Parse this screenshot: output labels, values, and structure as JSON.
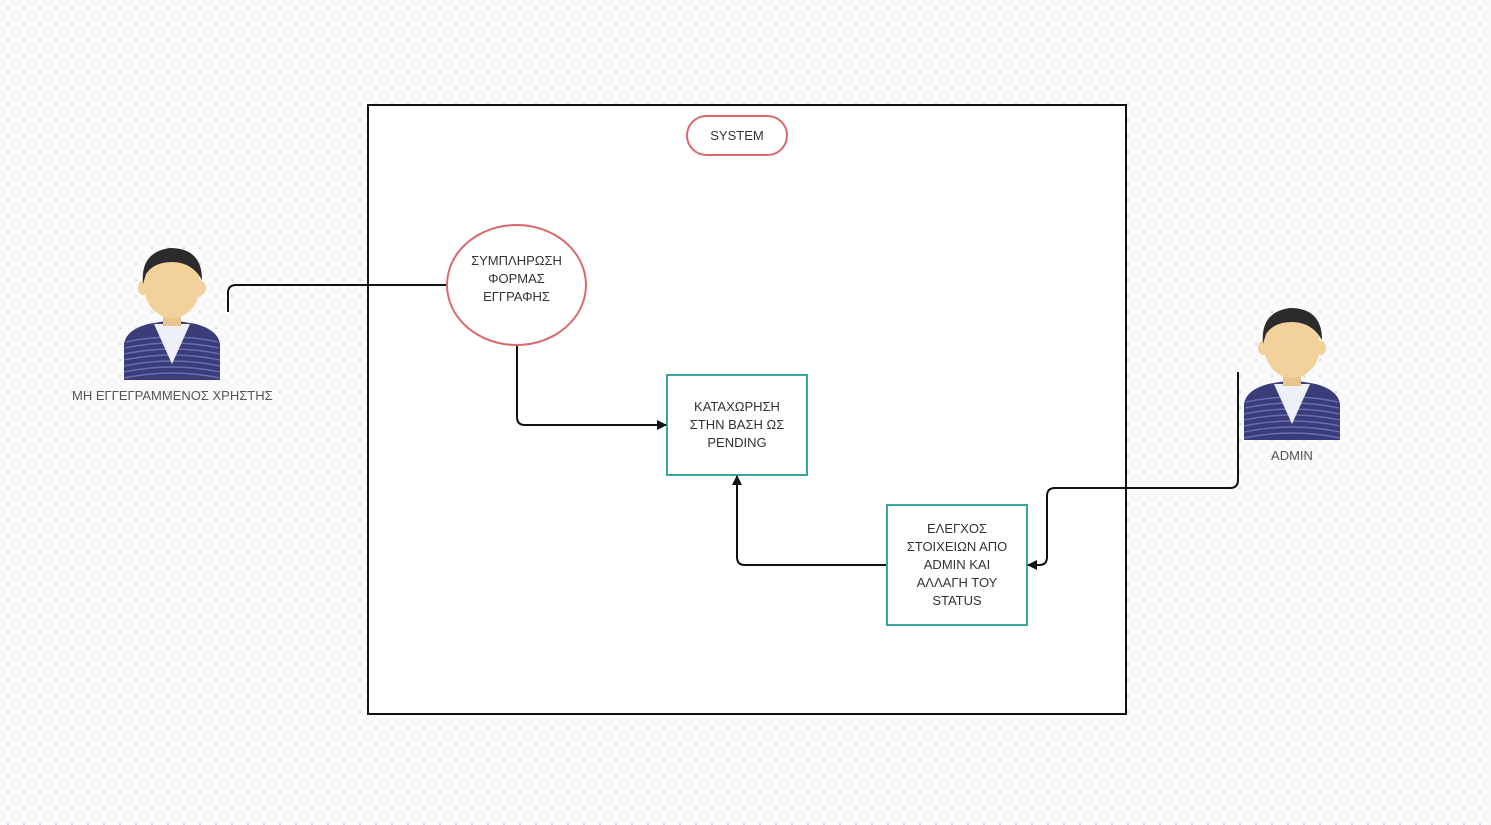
{
  "diagram": {
    "system": {
      "label": "SYSTEM"
    },
    "nodes": {
      "fill_form": {
        "label": "ΣΥΜΠΛΗΡΩΣΗ\nΦΟΡΜΑΣ\nΕΓΓΡΑΦΗΣ"
      },
      "register_db": {
        "label": "ΚΑΤΑΧΩΡΗΣΗ\nΣΤΗΝ ΒΑΣΗ ΩΣ\nPENDING"
      },
      "admin_check": {
        "label": "ΕΛΕΓΧΟΣ\nΣΤΟΙΧΕΙΩΝ ΑΠΟ\nADMIN ΚΑΙ\nΑΛΛΑΓΗ ΤΟΥ\nSTATUS"
      }
    },
    "actors": {
      "unregistered_user": {
        "label": "ΜΗ ΕΓΓΕΓΡΑΜΜΕΝΟΣ ΧΡΗΣΤΗΣ",
        "icon": "person-icon"
      },
      "admin": {
        "label": "ADMIN",
        "icon": "person-icon"
      }
    },
    "colors": {
      "usecase_border": "#d9696c",
      "process_border": "#3aa79c",
      "frame_border": "#111111",
      "connector": "#111111"
    }
  }
}
